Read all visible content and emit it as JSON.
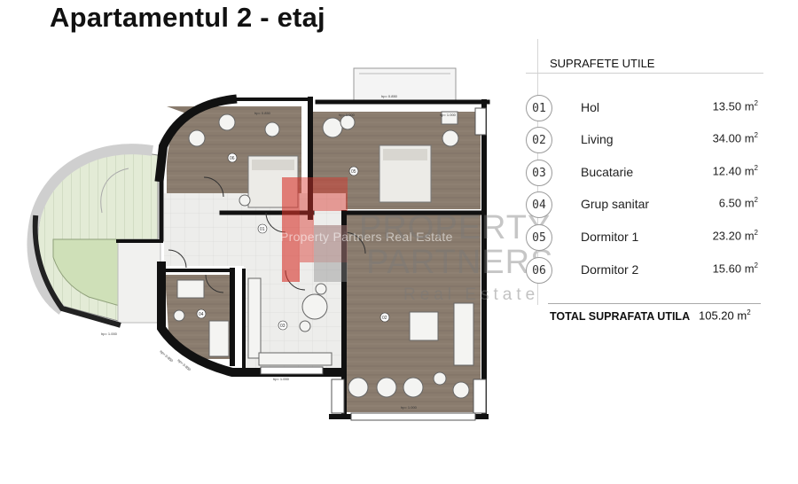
{
  "title": "Apartamentul 2 - etaj",
  "legend": {
    "heading": "SUPRAFETE UTILE",
    "rooms": [
      {
        "num": "01",
        "name": "Hol",
        "area": "13.50 m",
        "unit_sup": "2"
      },
      {
        "num": "02",
        "name": "Living",
        "area": "34.00 m",
        "unit_sup": "2"
      },
      {
        "num": "03",
        "name": "Bucatarie",
        "area": "12.40 m",
        "unit_sup": "2"
      },
      {
        "num": "04",
        "name": "Grup sanitar",
        "area": "6.50 m",
        "unit_sup": "2"
      },
      {
        "num": "05",
        "name": "Dormitor 1",
        "area": "23.20 m",
        "unit_sup": "2"
      },
      {
        "num": "06",
        "name": "Dormitor 2",
        "area": "15.60 m",
        "unit_sup": "2"
      }
    ],
    "total_label": "TOTAL SUPRAFATA UTILA",
    "total_area": "105.20 m",
    "total_sup": "2"
  },
  "plan_labels": {
    "room_tags": [
      "06",
      "05",
      "01",
      "03",
      "04",
      "02"
    ],
    "dims": [
      "hp= 0.850",
      "hp= 1.000",
      "hp= 1.000",
      "hp= 0.850",
      "hp= 1.000",
      "hp= 0.850",
      "hp= 0.850",
      "hp= 1.000",
      "hp= 1.000"
    ]
  },
  "watermark": {
    "small": "Property Partners Real Estate",
    "line1": "PROPERTY",
    "line2": "PARTNERS",
    "line3": "Real Estate"
  },
  "colors": {
    "wall": "#111111",
    "wood_floor": "#8a7c6e",
    "tile_floor": "#ececea",
    "stair_green": "#dfe8d0",
    "logo_red": "#d9342b"
  }
}
